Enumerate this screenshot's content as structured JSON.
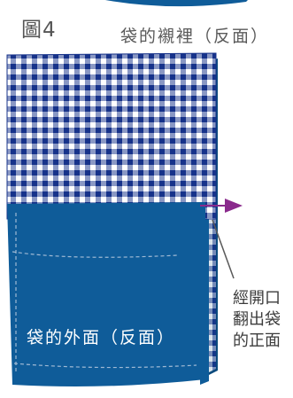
{
  "figure": {
    "label": "圖4"
  },
  "labels": {
    "lining_wrong_side": "袋的襯裡（反面）",
    "exterior_wrong_side": "袋的外面（反面）"
  },
  "instruction": {
    "lines": [
      "經開口",
      "翻出袋",
      "的正面"
    ]
  },
  "colors": {
    "navy": "#0f5c99",
    "navy_dark": "#0b4a7d",
    "gingham_dark": "#16328a",
    "gingham_light": "#ffffff",
    "arrow": "#8a2a8c",
    "stitch": "#9fb9d4"
  }
}
